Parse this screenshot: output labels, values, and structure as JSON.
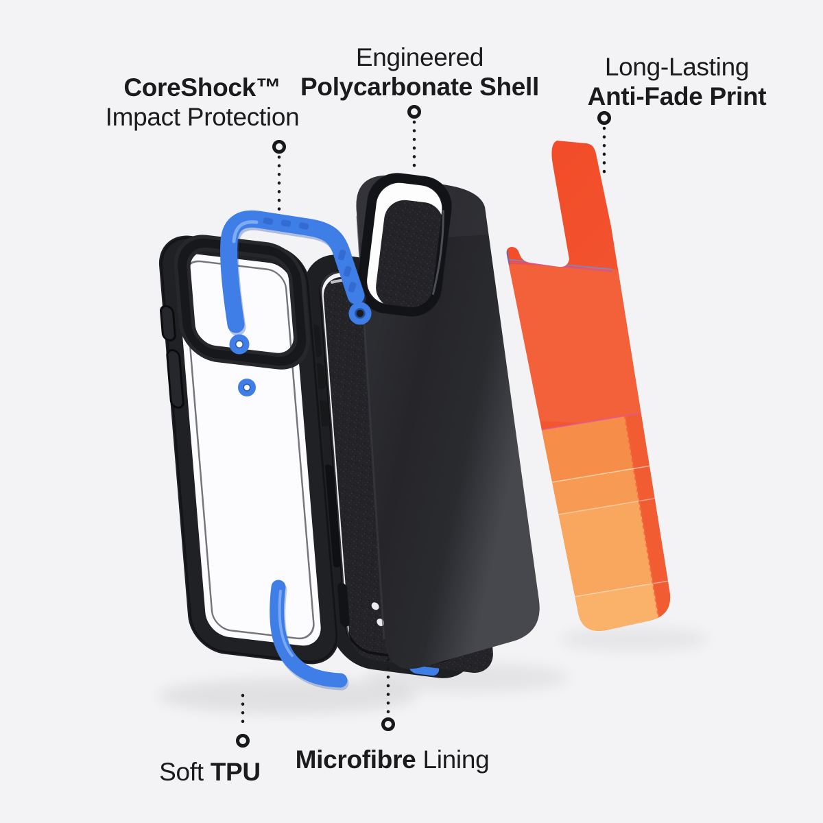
{
  "annotations": {
    "impact": {
      "line1": "CoreShock™",
      "line2": "Impact Protection"
    },
    "shell": {
      "line1": "Engineered",
      "line2": "Polycarbonate Shell"
    },
    "print": {
      "line1": "Long-Lasting",
      "line2": "Anti-Fade Print"
    },
    "tpu": {
      "word1": "Soft",
      "word2": " TPU"
    },
    "lining": {
      "word1": "Microfibre",
      "word2": " Lining"
    }
  },
  "colors": {
    "background": "#f3f3f5",
    "text": "#1b1b1e",
    "accent_blue": "#3f7ee6",
    "case_black": "#202125",
    "shell_gray": "#2b2c30",
    "microfibre_dark": "#242428",
    "print_orange": "#f24b28",
    "print_amber": "#f9a75f"
  }
}
